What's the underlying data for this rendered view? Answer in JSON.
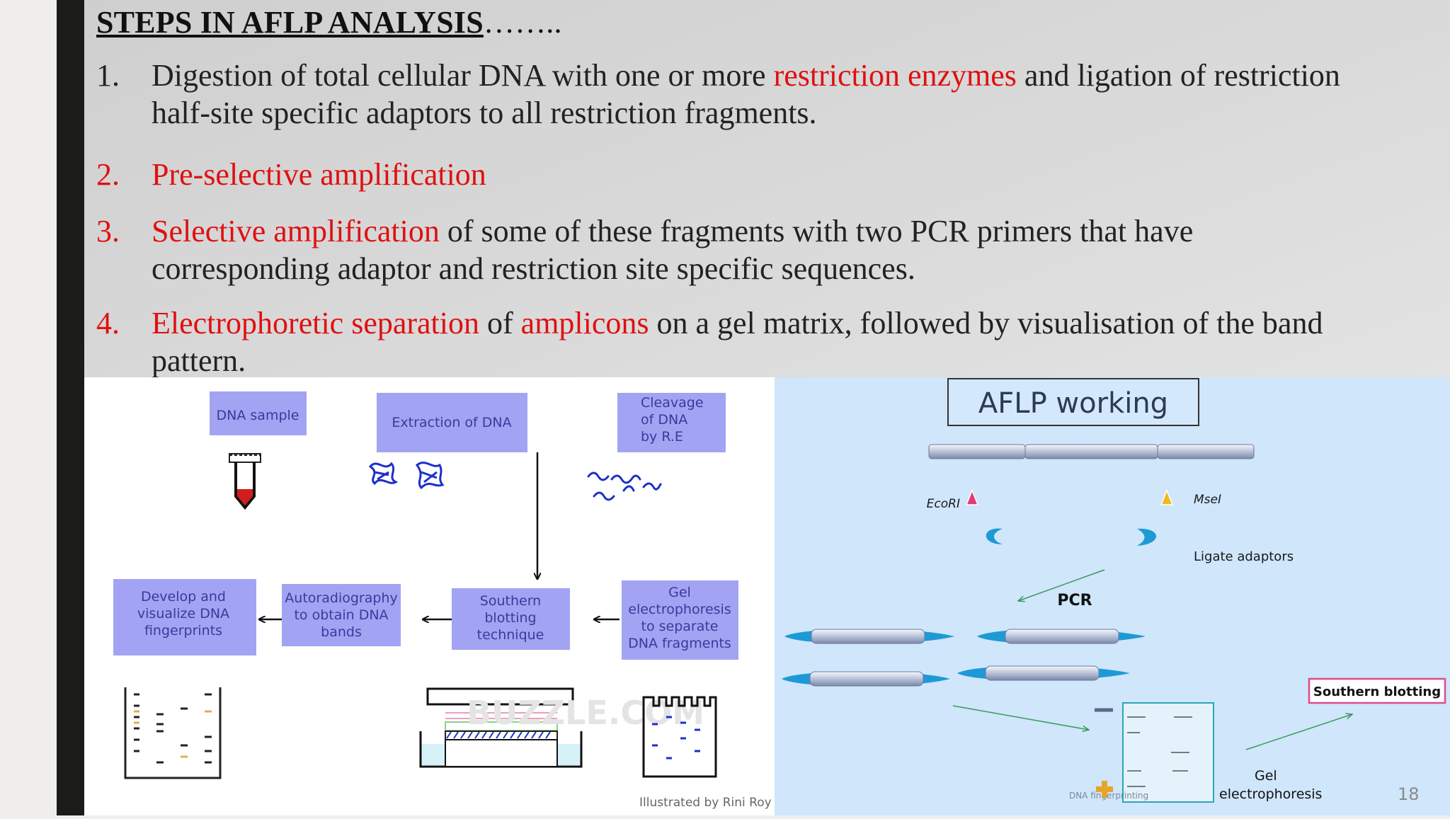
{
  "slide": {
    "title": "STEPS IN AFLP ANALYSIS",
    "title_suffix": "……..",
    "page_number": "18"
  },
  "steps": [
    {
      "num": "1.",
      "parts": [
        {
          "text": "Digestion of total cellular DNA with one or more ",
          "red": false
        },
        {
          "text": "restriction enzymes",
          "red": true
        },
        {
          "text": " and ligation of restriction",
          "red": false
        }
      ],
      "line2": "half-site specific adaptors to all restriction fragments."
    },
    {
      "num": "2.",
      "parts": [
        {
          "text": "Pre-selective amplification",
          "red": true
        }
      ],
      "line2": ""
    },
    {
      "num": "3.",
      "parts": [
        {
          "text": "Selective amplification",
          "red": true
        },
        {
          "text": " of some of these fragments with two PCR primers that have",
          "red": false
        }
      ],
      "line2": "corresponding adaptor and restriction site specific sequences."
    },
    {
      "num": "4.",
      "parts": [
        {
          "text": "Electrophoretic separation",
          "red": true
        },
        {
          "text": " of ",
          "red": false
        },
        {
          "text": "amplicons",
          "red": true
        },
        {
          "text": " on a gel matrix, followed by visualisation of the band",
          "red": false
        }
      ],
      "line2": "pattern."
    }
  ],
  "flowchart": {
    "boxes": {
      "dna_sample": [
        "DNA sample"
      ],
      "extraction": [
        "Extraction of DNA"
      ],
      "cleavage": [
        "Cleavage",
        "of DNA",
        "by  R.E"
      ],
      "gel": [
        "Gel",
        "electrophoresis",
        "to separate",
        "DNA fragments"
      ],
      "southern": [
        "Southern",
        "blotting",
        "technique"
      ],
      "autorad": [
        "Autoradiography",
        "to obtain DNA",
        "bands"
      ],
      "develop": [
        "Develop and",
        "visualize DNA",
        "fingerprints"
      ]
    },
    "watermark": "BUZZLE.COM",
    "credit": "Illustrated by Rini Roy"
  },
  "aflp": {
    "title": "AFLP working",
    "ecori": "EcoRI",
    "msei": "MseI",
    "ligate": "Ligate adaptors",
    "pcr": "PCR",
    "southern": "Southern blotting",
    "gel": [
      "Gel",
      "electrophoresis"
    ],
    "dna_fp": "DNA fingerprinting"
  },
  "colors": {
    "red": "#e01010",
    "box": "#a3a3f4",
    "box_text": "#3a3a9a",
    "right_bg": "#cfe6fb"
  }
}
